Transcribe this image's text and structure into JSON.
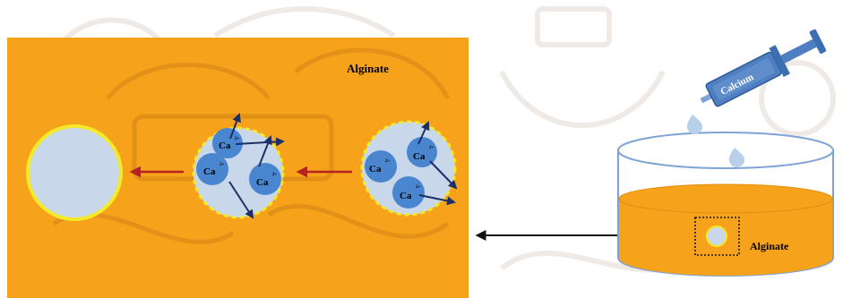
{
  "colors": {
    "alginate_orange": "#f7a21b",
    "bead_fill": "#c9d7ea",
    "bead_border": "#f2ea2a",
    "ion_blue": "#4a86cf",
    "arrow_red": "#b5231e",
    "arrow_navy": "#1c2f66",
    "dish_outline": "#7fa3d4",
    "syringe_blue": "#4f7fc0",
    "watermark": "#e7ddd7"
  },
  "panel": {
    "label": "Alginate"
  },
  "ions": {
    "symbol": "Ca",
    "charge": "2+"
  },
  "syringe": {
    "label": "Calcium"
  },
  "dish": {
    "label": "Alginate"
  }
}
